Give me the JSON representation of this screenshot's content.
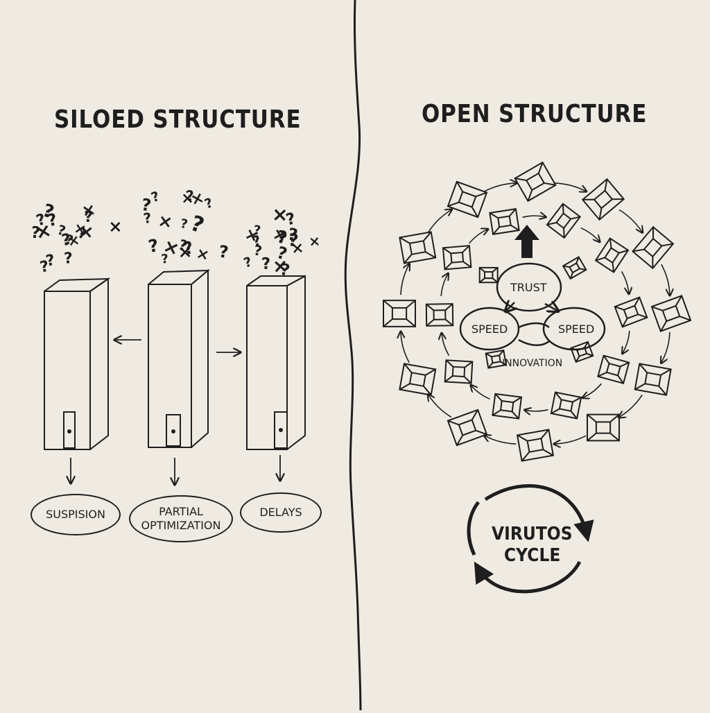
{
  "left_panel": {
    "title": "SILOED STRUCTURE",
    "outcomes": {
      "suspision": "SUSPISION",
      "partial_line1": "PARTIAL",
      "partial_line2": "OPTIMIZATION",
      "delays": "DELAYS"
    },
    "confusion_glyphs": [
      "?",
      "×"
    ]
  },
  "right_panel": {
    "title": "OPEN STRUCTURE",
    "core": {
      "trust": "TRUST",
      "speed_left": "SPEED",
      "speed_right": "SPEED",
      "innovation": "INNOVATION"
    },
    "cycle": {
      "line1": "VIRUTOS",
      "line2": "CYCLE"
    },
    "ring_count": {
      "outer": 12,
      "inner": 10,
      "core": 4
    }
  },
  "colors": {
    "paper": "#efebe2",
    "ink": "#1e1e1e"
  }
}
